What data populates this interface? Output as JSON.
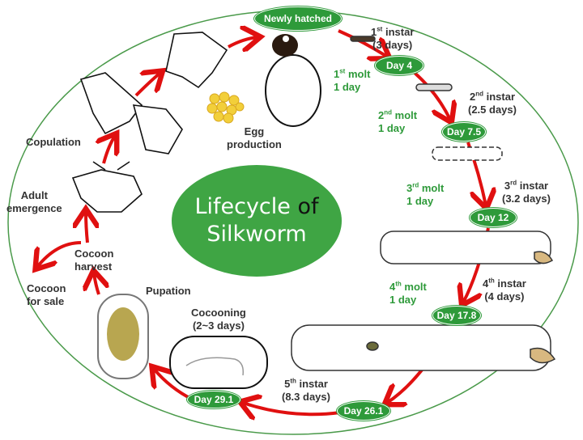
{
  "title": {
    "line1": "Lifecycle",
    "of": "of",
    "line2": "Silkworm"
  },
  "days": [
    "Newly hatched",
    "Day 4",
    "Day 7.5",
    "Day 12",
    "Day 17.8",
    "Day 26.1",
    "Day  29.1"
  ],
  "instars": [
    {
      "num": "1",
      "sup": "st",
      "word": "instar",
      "duration": "(3 days)"
    },
    {
      "num": "2",
      "sup": "nd",
      "word": "instar",
      "duration": "(2.5 days)"
    },
    {
      "num": "3",
      "sup": "rd",
      "word": "instar",
      "duration": "(3.2 days)"
    },
    {
      "num": "4",
      "sup": "th",
      "word": "instar",
      "duration": "(4 days)"
    },
    {
      "num": "5",
      "sup": "th",
      "word": "instar",
      "duration": "(8.3 days)"
    }
  ],
  "molts": [
    {
      "num": "1",
      "sup": "st",
      "word": "molt",
      "duration": "1 day"
    },
    {
      "num": "2",
      "sup": "nd",
      "word": "molt",
      "duration": "1 day"
    },
    {
      "num": "3",
      "sup": "rd",
      "word": "molt",
      "duration": "1 day"
    },
    {
      "num": "4",
      "sup": "th",
      "word": "molt",
      "duration": "1 day"
    }
  ],
  "stages": {
    "cocooning": "Cocooning",
    "cocooning_duration": "(2~3 days)",
    "pupation": "Pupation",
    "cocoon_harvest_1": "Cocoon",
    "cocoon_harvest_2": "harvest",
    "cocoon_sale_1": "Cocoon",
    "cocoon_sale_2": "for sale",
    "adult_1": "Adult",
    "adult_2": "emergence",
    "copulation": "Copulation",
    "egg_1": "Egg",
    "egg_2": "production"
  },
  "colors": {
    "green": "#2e9a3a",
    "red": "#e01010",
    "ring": "#4a9a4a"
  }
}
